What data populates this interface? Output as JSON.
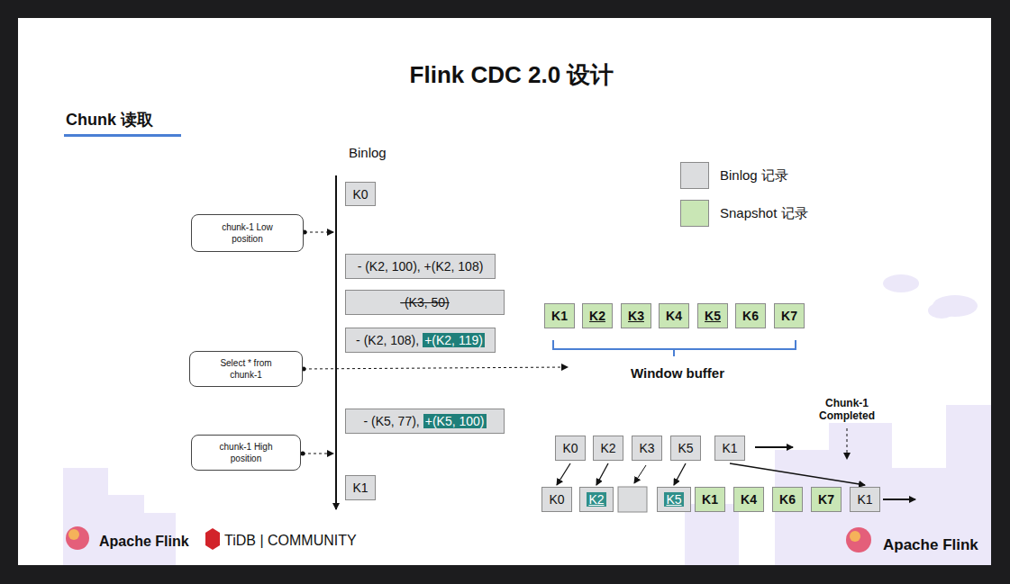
{
  "diagram": {
    "title": "Flink CDC 2.0 设计",
    "nodes": [
      {
        "text": [
          "chunk-1 Low position"
        ]
      },
      {
        "text": [
          "Select * from chunk-1"
        ]
      },
      {
        "text": [
          "chunk-1 High position"
        ]
      },
      {
        "text": [
          "K0"
        ]
      },
      {
        "text": [
          "- (K2, 100), +(K2, 108)"
        ]
      },
      {
        "text": [
          "-(K3, 50)"
        ]
      },
      {
        "text": [
          "- (K2, 108),",
          "+(K2, 119)"
        ]
      },
      {
        "text": [
          "- (K5, 77),",
          "+(K5, 100)"
        ]
      },
      {
        "text": [
          "K1"
        ]
      },
      {
        "text": [
          "K1"
        ]
      },
      {
        "text": [
          "K2"
        ]
      },
      {
        "text": [
          "K3"
        ]
      },
      {
        "text": [
          "K4"
        ]
      },
      {
        "text": [
          "K5"
        ]
      },
      {
        "text": [
          "K6"
        ]
      },
      {
        "text": [
          "K7"
        ]
      },
      {
        "text": [
          "K0"
        ]
      },
      {
        "text": [
          "K2"
        ]
      },
      {
        "text": [
          "K3"
        ]
      },
      {
        "text": [
          "K5"
        ]
      },
      {
        "text": [
          "K1"
        ]
      },
      {
        "text": [
          "K0"
        ]
      },
      {
        "text": [
          "K2"
        ]
      },
      {
        "text": [
          "K5"
        ]
      },
      {
        "text": [
          "K1"
        ]
      },
      {
        "text": [
          "K4"
        ]
      },
      {
        "text": [
          "K6"
        ]
      },
      {
        "text": [
          "K7"
        ]
      },
      {
        "text": [
          "K1"
        ]
      }
    ],
    "edges": [
      {
        "from": 16,
        "to": 21,
        "arrow": "to"
      },
      {
        "from": 17,
        "to": 22,
        "arrow": "to"
      },
      {
        "from": 19,
        "to": 23,
        "arrow": "to"
      },
      {
        "from": 20,
        "to": 28,
        "arrow": "to"
      }
    ],
    "labels": [
      "Chunk 读取",
      "Binlog",
      "Window buffer",
      "Chunk-1 Completed",
      "Apache Flink",
      "TiDB | COMMUNITY",
      "Apache Flink"
    ],
    "legend": [
      {
        "text": "Binlog 记录",
        "color": "#dcdddf"
      },
      {
        "text": "Snapshot 记录",
        "color": "#c9e6b5"
      }
    ]
  }
}
